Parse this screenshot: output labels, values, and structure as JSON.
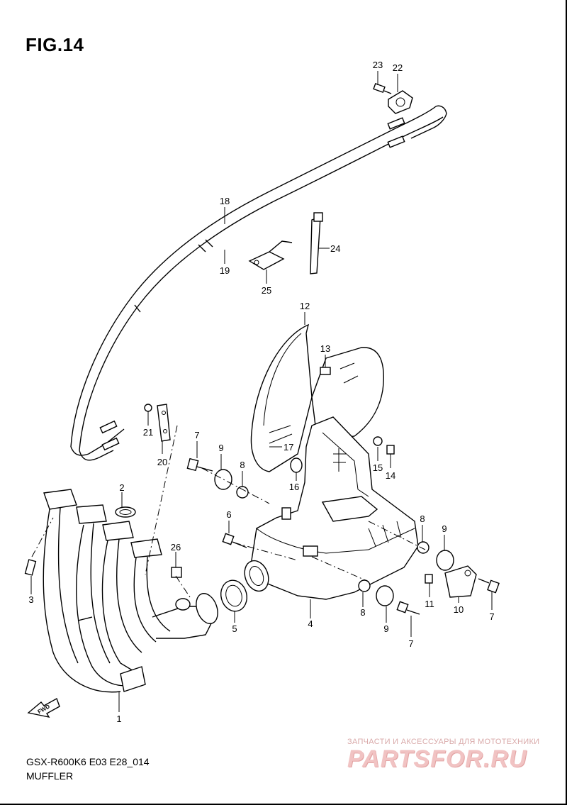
{
  "figure": {
    "title": "FIG.14",
    "model_code": "GSX-R600K6 E03 E28_014",
    "section": "MUFFLER"
  },
  "watermark": {
    "tagline": "ЗАПЧАСТИ И АКСЕССУАРЫ ДЛЯ МОТОТЕХНИКИ",
    "logo": "PARTSFOR.RU"
  },
  "fwd_label": "FWD",
  "callouts": {
    "c1": "1",
    "c2": "2",
    "c3": "3",
    "c4": "4",
    "c5": "5",
    "c6": "6",
    "c7a": "7",
    "c7b": "7",
    "c7c": "7",
    "c8a": "8",
    "c8b": "8",
    "c8c": "8",
    "c9a": "9",
    "c9b": "9",
    "c9c": "9",
    "c10": "10",
    "c11": "11",
    "c12": "12",
    "c13": "13",
    "c14": "14",
    "c15": "15",
    "c16": "16",
    "c17": "17",
    "c18": "18",
    "c19": "19",
    "c20": "20",
    "c21": "21",
    "c22": "22",
    "c23": "23",
    "c24": "24",
    "c25": "25",
    "c26": "26"
  }
}
